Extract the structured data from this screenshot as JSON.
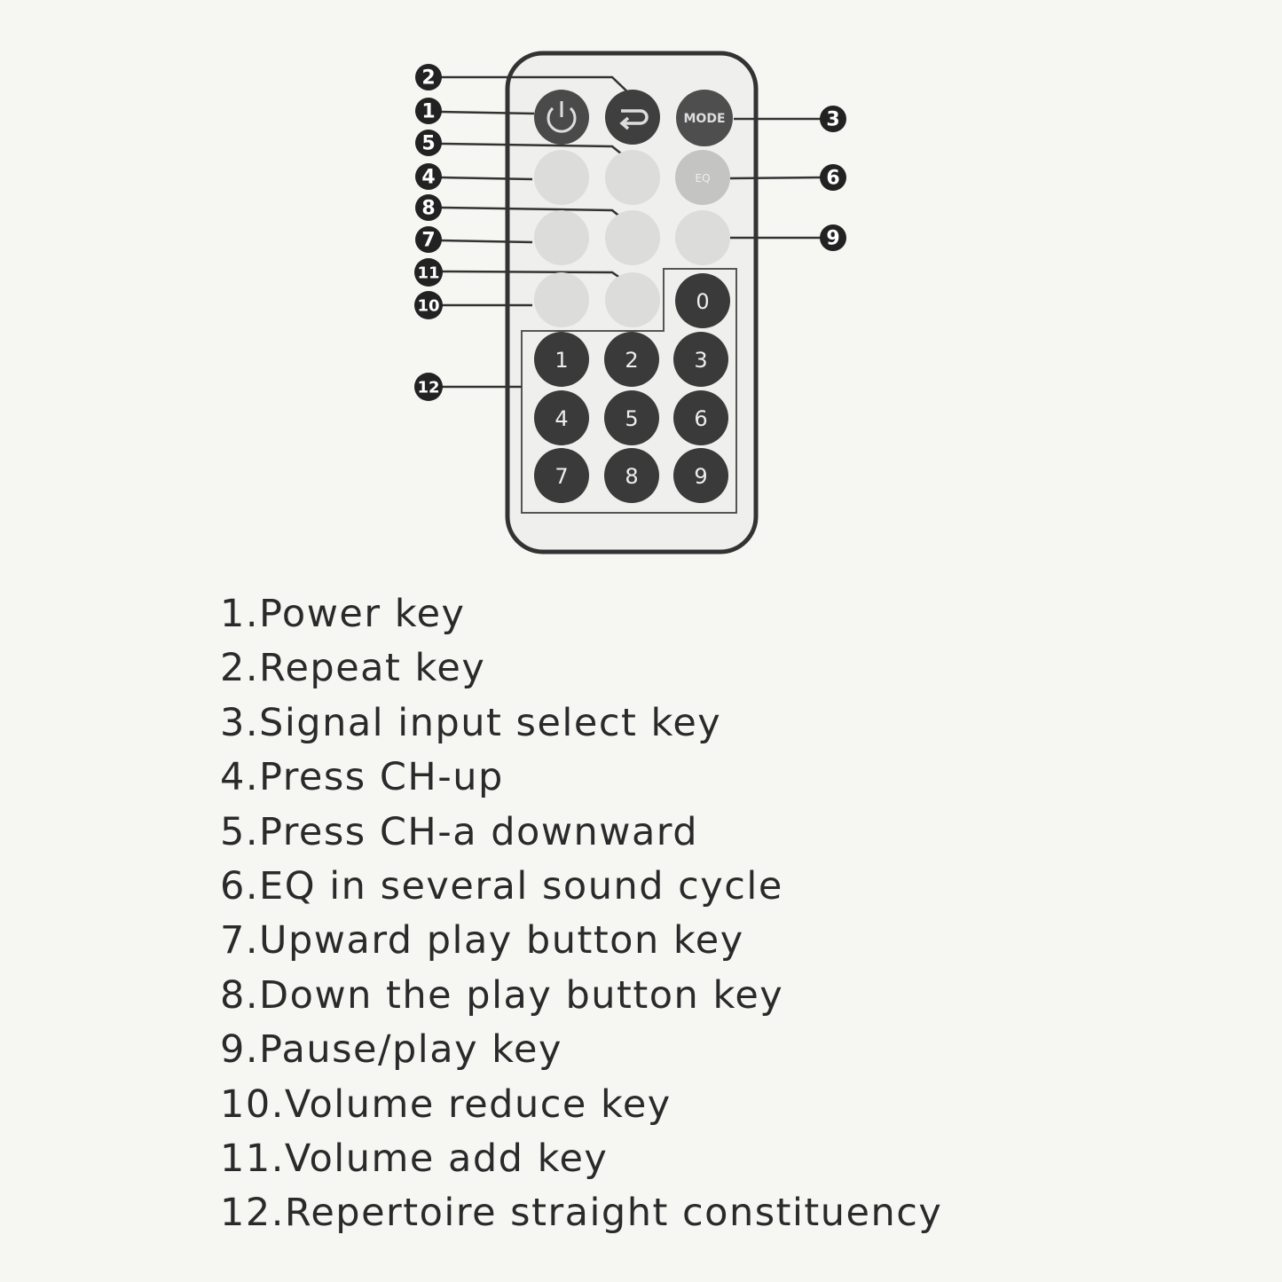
{
  "remote": {
    "top_keys": [
      {
        "id": "power",
        "icon": "power-icon",
        "label": ""
      },
      {
        "id": "repeat",
        "icon": "repeat-icon",
        "label": ""
      },
      {
        "id": "mode",
        "icon": "",
        "label": "MODE"
      }
    ],
    "eq_label": "EQ",
    "number_keys": [
      "0",
      "1",
      "2",
      "3",
      "4",
      "5",
      "6",
      "7",
      "8",
      "9"
    ]
  },
  "callouts": [
    "1",
    "2",
    "3",
    "4",
    "5",
    "6",
    "7",
    "8",
    "9",
    "10",
    "11",
    "12"
  ],
  "legend": [
    "1.Power key",
    "2.Repeat key",
    "3.Signal input select key",
    "4.Press CH-up",
    "5.Press CH-a downward",
    "6.EQ in several sound cycle",
    "7.Upward play button key",
    "8.Down the play button key",
    "9.Pause/play key",
    "10.Volume reduce key",
    "11.Volume add key",
    "12.Repertoire straight constituency"
  ]
}
